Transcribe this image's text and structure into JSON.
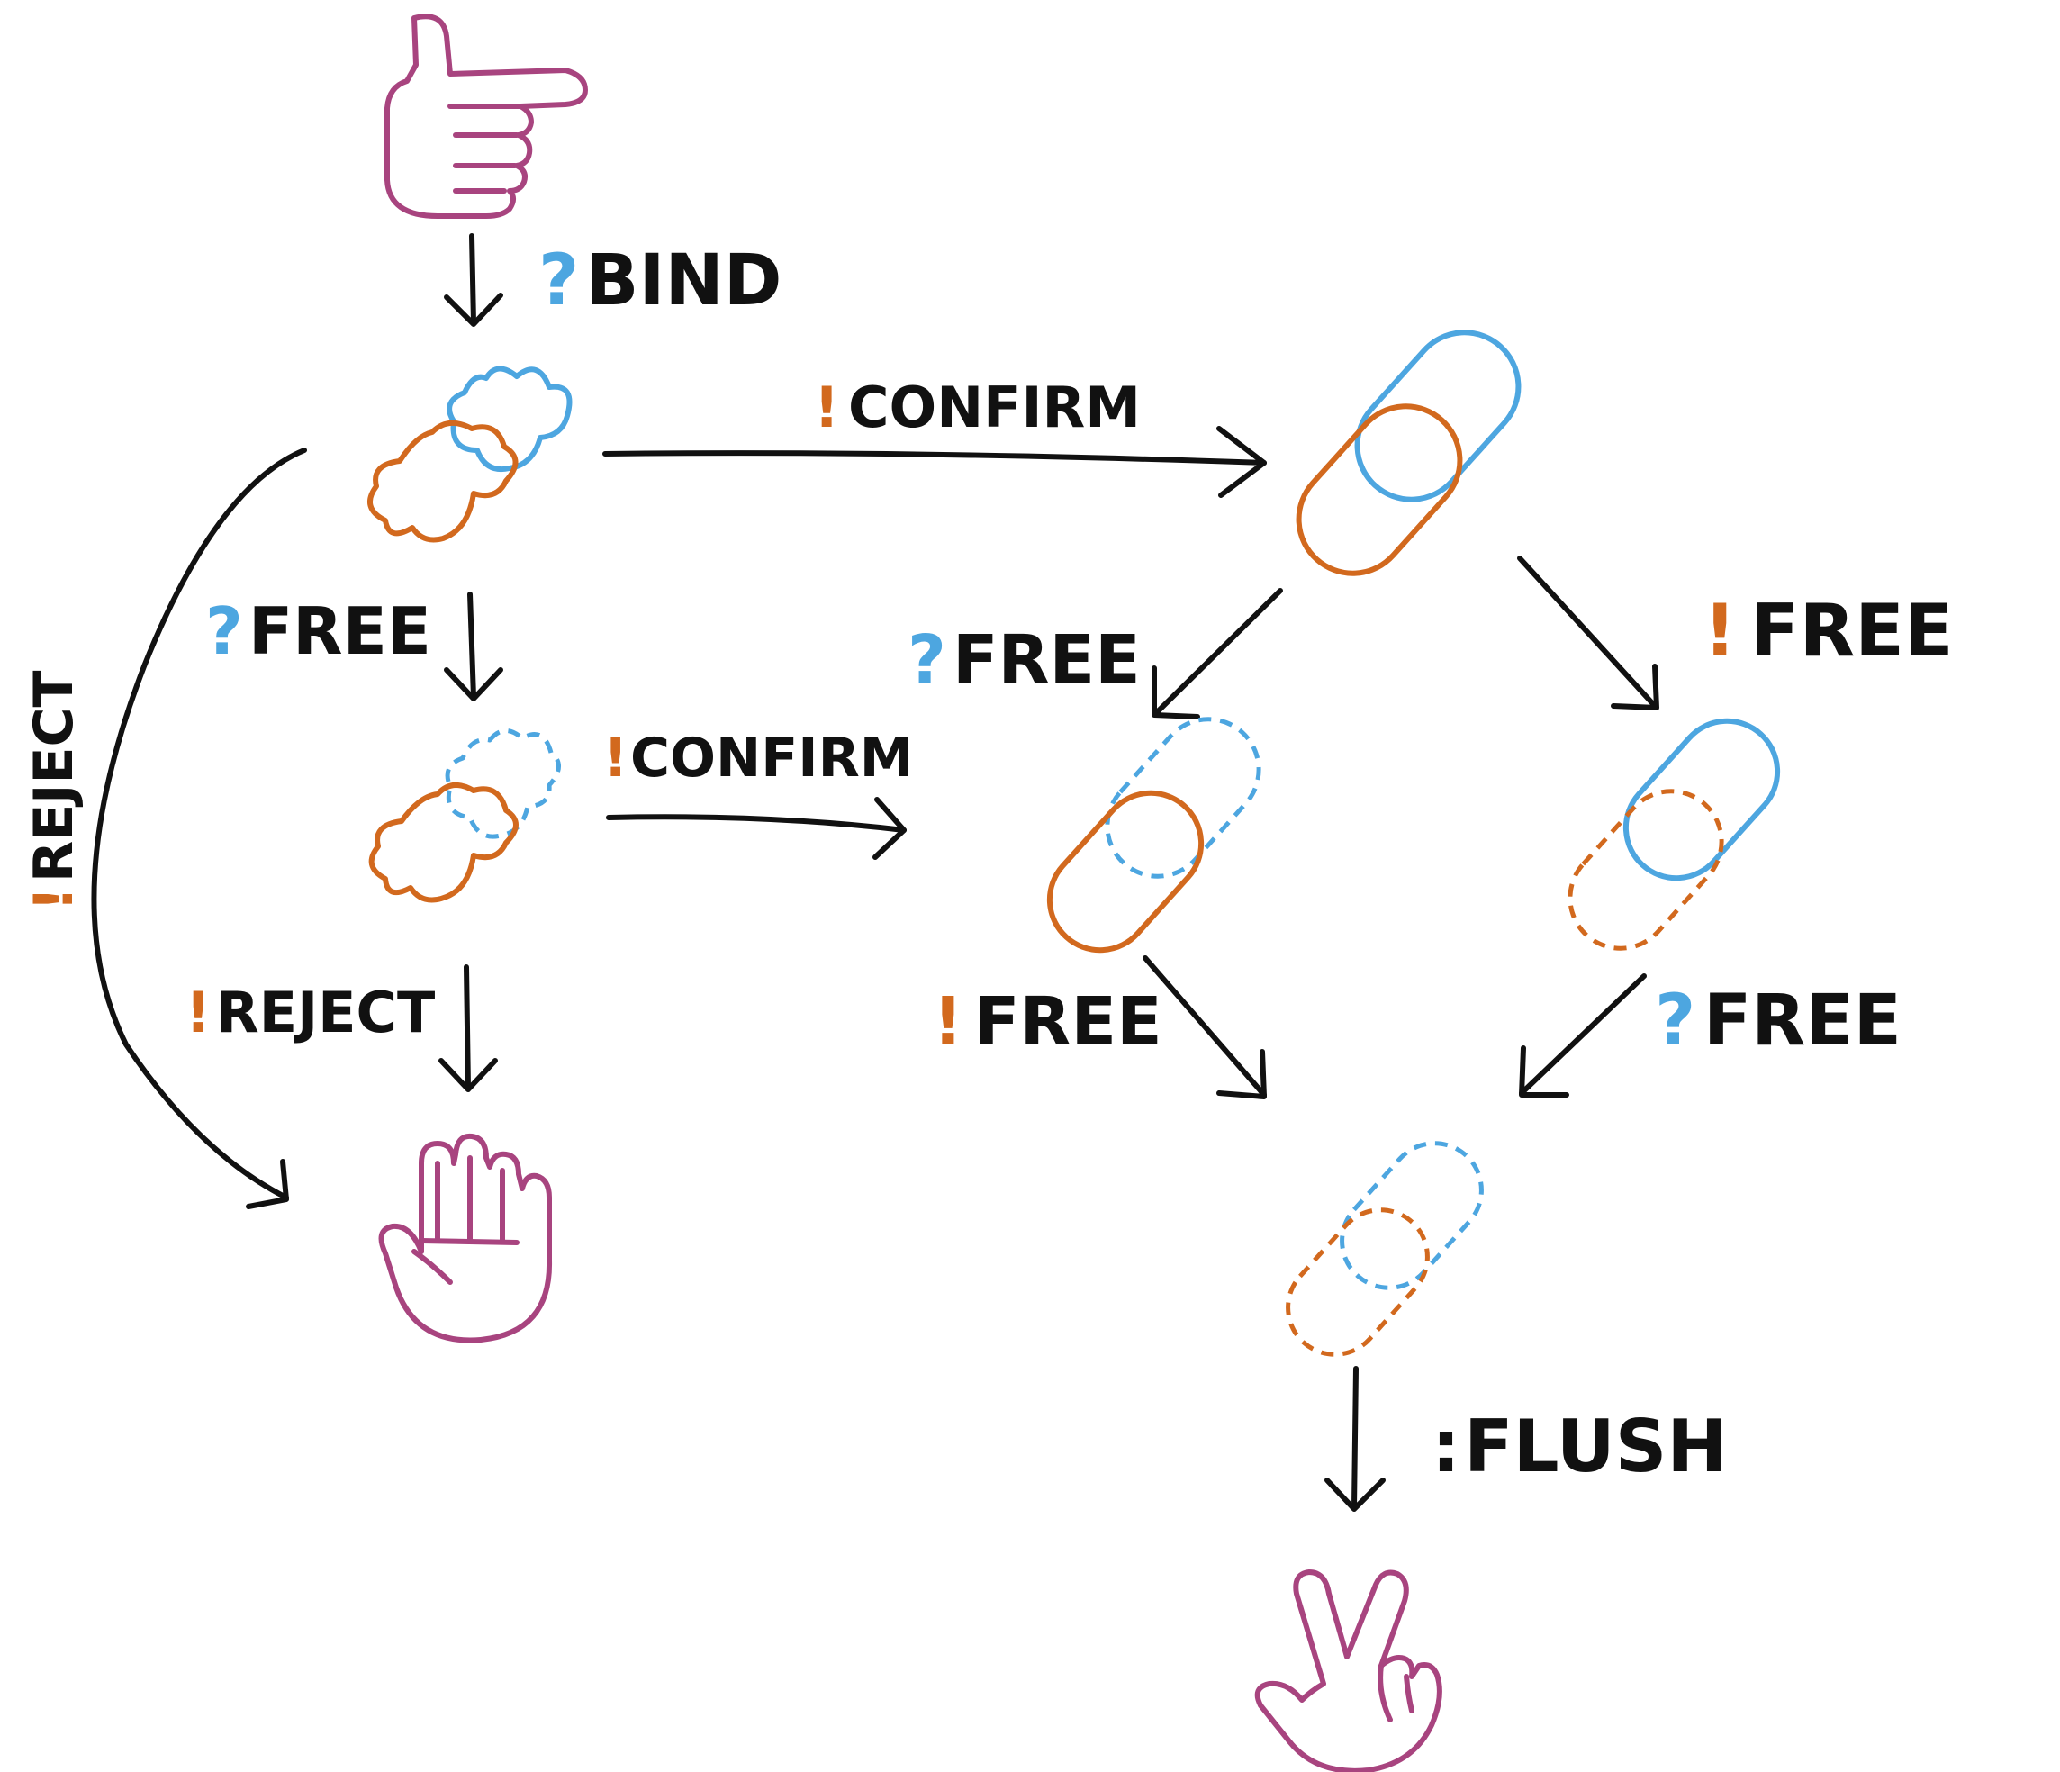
{
  "colors": {
    "background": "#ffffff",
    "ink": "#111111",
    "hand": "#a8447f",
    "bang": "#d2691e",
    "query": "#4da6e0"
  },
  "labels": {
    "bind": {
      "prefix": "?",
      "text": "BIND"
    },
    "confirm_top": {
      "prefix": "!",
      "text": "CONFIRM"
    },
    "free_left": {
      "prefix": "?",
      "text": "FREE"
    },
    "confirm_mid": {
      "prefix": "!",
      "text": "CONFIRM"
    },
    "reject_vertical": {
      "prefix": "!",
      "text": "REJECT"
    },
    "reject_down": {
      "prefix": "!",
      "text": "REJECT"
    },
    "free_chain_left": {
      "prefix": "?",
      "text": "FREE"
    },
    "free_chain_right": {
      "prefix": "!",
      "text": "FREE"
    },
    "free_lower_left": {
      "prefix": "!",
      "text": "FREE"
    },
    "free_lower_right": {
      "prefix": "?",
      "text": "FREE"
    },
    "flush": {
      "prefix": ":",
      "text": "FLUSH"
    }
  },
  "icons": {
    "start": "pointing-hand-icon",
    "stop": "raised-hand-icon",
    "end": "peace-hand-icon",
    "blob_pair": "bound-blob-pair-icon",
    "chain": "chain-link-icon"
  }
}
